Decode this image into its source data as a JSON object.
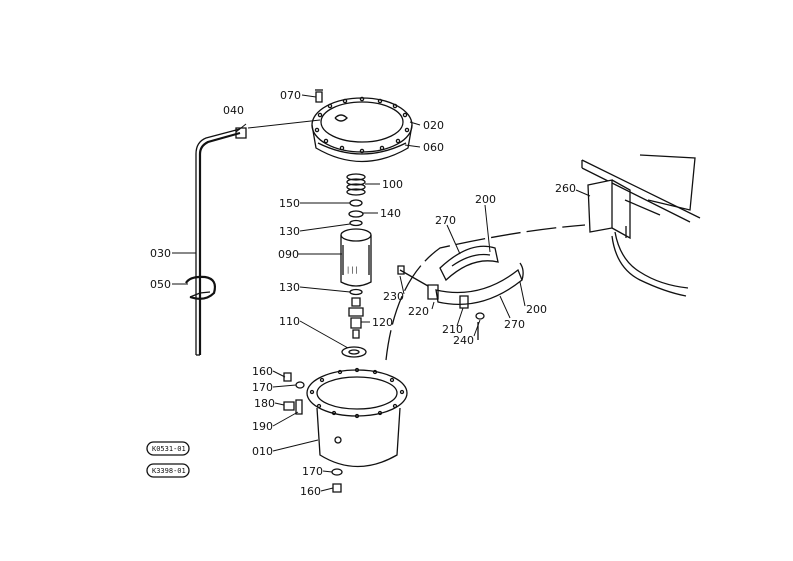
{
  "callouts": {
    "c070": "070",
    "c040": "040",
    "c020": "020",
    "c060": "060",
    "c100": "100",
    "c150": "150",
    "c140": "140",
    "c130a": "130",
    "c090": "090",
    "c030": "030",
    "c050": "050",
    "c130b": "130",
    "c110": "110",
    "c120": "120",
    "c160a": "160",
    "c170a": "170",
    "c180": "180",
    "c190": "190",
    "c010": "010",
    "c170b": "170",
    "c160b": "160",
    "c200a": "200",
    "c270a": "270",
    "c230": "230",
    "c220": "220",
    "c210": "210",
    "c240": "240",
    "c270b": "270",
    "c200b": "200",
    "c260": "260"
  },
  "reference_codes": {
    "code1": "K0531-01",
    "code2": "K3398-01"
  }
}
